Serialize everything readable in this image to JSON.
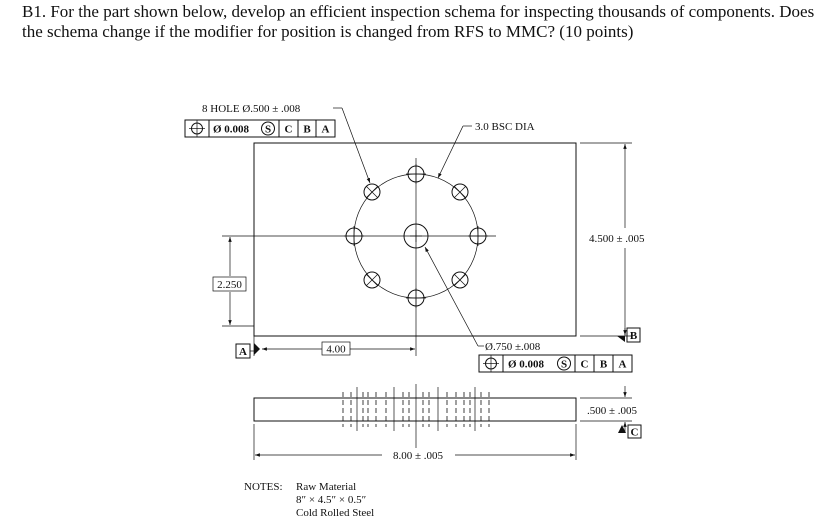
{
  "question": {
    "text": "B1. For the part shown below, develop an efficient inspection schema for inspecting thousands of components. Does the schema change if the modifier for position is changed from RFS to MMC? (10 points)"
  },
  "drawing": {
    "hole_pattern_callout": "8 HOLE Ø.500 ± .008",
    "hole_pattern_fcf": {
      "tolerance": "Ø 0.008",
      "modifier": "S",
      "datums": [
        "C",
        "B",
        "A"
      ]
    },
    "bolt_circle_label": "3.0 BSC DIA",
    "height_dim": "4.500 ± .005",
    "vertical_basic_dim": "2.250",
    "horizontal_basic_dim": "4.00",
    "datum_a": "A",
    "datum_b": "B",
    "datum_c": "C",
    "center_hole_callout": "Ø.750 ±.008",
    "center_hole_fcf": {
      "tolerance": "Ø 0.008",
      "modifier": "S",
      "datums": [
        "C",
        "B",
        "A"
      ]
    },
    "thickness_dim": ".500 ± .005",
    "length_dim": "8.00 ± .005",
    "notes_label": "NOTES:",
    "notes_lines": [
      "Raw Material",
      "8″ × 4.5″ × 0.5″",
      "Cold Rolled Steel"
    ]
  }
}
